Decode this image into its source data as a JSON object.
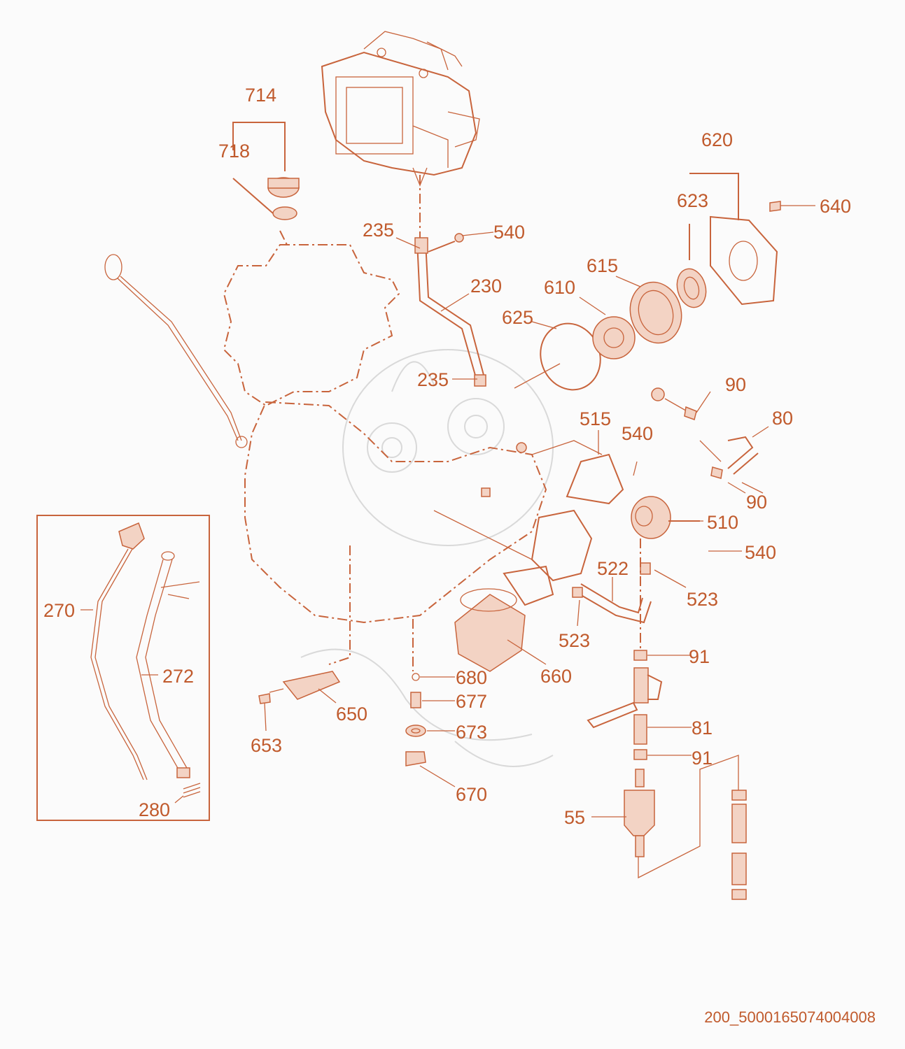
{
  "diagram": {
    "labels": {
      "l714": "714",
      "l718": "718",
      "l235a": "235",
      "l540a": "540",
      "l230": "230",
      "l235b": "235",
      "l625": "625",
      "l610": "610",
      "l615": "615",
      "l620": "620",
      "l623": "623",
      "l640": "640",
      "l90a": "90",
      "l80": "80",
      "l515": "515",
      "l540b": "540",
      "l90b": "90",
      "l510": "510",
      "l540c": "540",
      "l522": "522",
      "l523a": "523",
      "l523b": "523",
      "l660": "660",
      "l91a": "91",
      "l680": "680",
      "l677": "677",
      "l673": "673",
      "l670": "670",
      "l650": "650",
      "l653": "653",
      "l81": "81",
      "l91b": "91",
      "l55": "55",
      "l270": "270",
      "l272": "272",
      "l280": "280"
    },
    "image_code": "200_5000165074004008",
    "colors": {
      "line": "#c8643c",
      "text": "#c05a2c",
      "background": "#fbfbfb"
    }
  }
}
